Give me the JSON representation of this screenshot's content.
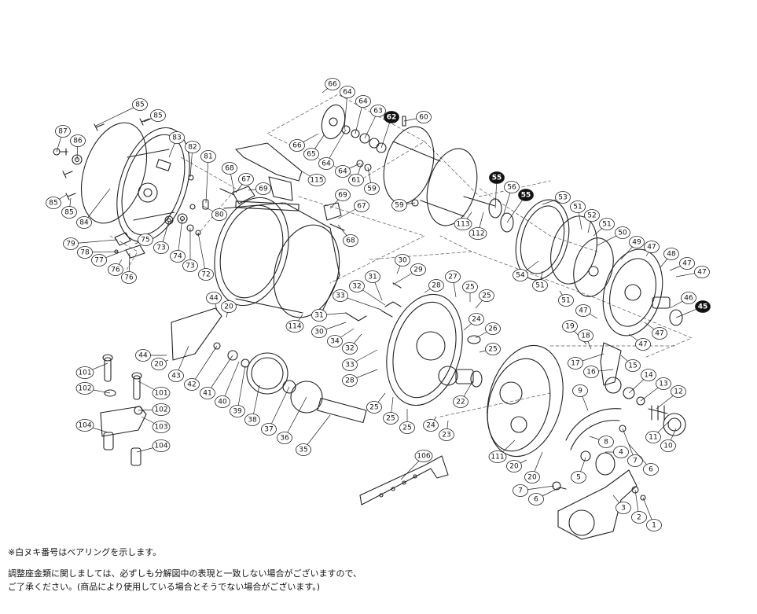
{
  "diagram": {
    "callouts": [
      {
        "id": "c001",
        "label": "85",
        "bearing": false
      },
      {
        "id": "c002",
        "label": "85",
        "bearing": false
      },
      {
        "id": "c003",
        "label": "87",
        "bearing": false
      },
      {
        "id": "c004",
        "label": "86",
        "bearing": false
      },
      {
        "id": "c005",
        "label": "85",
        "bearing": false
      },
      {
        "id": "c006",
        "label": "85",
        "bearing": false
      },
      {
        "id": "c007",
        "label": "84",
        "bearing": false
      },
      {
        "id": "c008",
        "label": "83",
        "bearing": false
      },
      {
        "id": "c009",
        "label": "82",
        "bearing": false
      },
      {
        "id": "c010",
        "label": "81",
        "bearing": false
      },
      {
        "id": "c011",
        "label": "80",
        "bearing": false
      },
      {
        "id": "c012",
        "label": "79",
        "bearing": false
      },
      {
        "id": "c013",
        "label": "78",
        "bearing": false
      },
      {
        "id": "c014",
        "label": "77",
        "bearing": false
      },
      {
        "id": "c015",
        "label": "76",
        "bearing": false
      },
      {
        "id": "c016",
        "label": "76",
        "bearing": false
      },
      {
        "id": "c017",
        "label": "75",
        "bearing": false
      },
      {
        "id": "c018",
        "label": "73",
        "bearing": false
      },
      {
        "id": "c019",
        "label": "74",
        "bearing": false
      },
      {
        "id": "c020",
        "label": "73",
        "bearing": false
      },
      {
        "id": "c021",
        "label": "72",
        "bearing": false
      },
      {
        "id": "c022",
        "label": "68",
        "bearing": false
      },
      {
        "id": "c023",
        "label": "67",
        "bearing": false
      },
      {
        "id": "c024",
        "label": "69",
        "bearing": false
      },
      {
        "id": "c025",
        "label": "115",
        "bearing": false
      },
      {
        "id": "c026",
        "label": "69",
        "bearing": false
      },
      {
        "id": "c027",
        "label": "67",
        "bearing": false
      },
      {
        "id": "c028",
        "label": "68",
        "bearing": false
      },
      {
        "id": "c029",
        "label": "114",
        "bearing": false
      },
      {
        "id": "c030",
        "label": "66",
        "bearing": false
      },
      {
        "id": "c031",
        "label": "64",
        "bearing": false
      },
      {
        "id": "c032",
        "label": "64",
        "bearing": false
      },
      {
        "id": "c033",
        "label": "63",
        "bearing": false
      },
      {
        "id": "c034",
        "label": "62",
        "bearing": true
      },
      {
        "id": "c035",
        "label": "60",
        "bearing": false
      },
      {
        "id": "c036",
        "label": "66",
        "bearing": false
      },
      {
        "id": "c037",
        "label": "65",
        "bearing": false
      },
      {
        "id": "c038",
        "label": "64",
        "bearing": false
      },
      {
        "id": "c039",
        "label": "64",
        "bearing": false
      },
      {
        "id": "c040",
        "label": "61",
        "bearing": false
      },
      {
        "id": "c041",
        "label": "59",
        "bearing": false
      },
      {
        "id": "c042",
        "label": "59",
        "bearing": false
      },
      {
        "id": "c043",
        "label": "55",
        "bearing": true
      },
      {
        "id": "c044",
        "label": "56",
        "bearing": false
      },
      {
        "id": "c045",
        "label": "55",
        "bearing": true
      },
      {
        "id": "c046",
        "label": "113",
        "bearing": false
      },
      {
        "id": "c047",
        "label": "112",
        "bearing": false
      },
      {
        "id": "c048",
        "label": "53",
        "bearing": false
      },
      {
        "id": "c049",
        "label": "51",
        "bearing": false
      },
      {
        "id": "c050",
        "label": "52",
        "bearing": false
      },
      {
        "id": "c051",
        "label": "51",
        "bearing": false
      },
      {
        "id": "c052",
        "label": "50",
        "bearing": false
      },
      {
        "id": "c053",
        "label": "49",
        "bearing": false
      },
      {
        "id": "c054",
        "label": "47",
        "bearing": false
      },
      {
        "id": "c055",
        "label": "48",
        "bearing": false
      },
      {
        "id": "c056",
        "label": "47",
        "bearing": false
      },
      {
        "id": "c057",
        "label": "47",
        "bearing": false
      },
      {
        "id": "c058",
        "label": "46",
        "bearing": false
      },
      {
        "id": "c059",
        "label": "45",
        "bearing": true
      },
      {
        "id": "c060",
        "label": "54",
        "bearing": false
      },
      {
        "id": "c061",
        "label": "51",
        "bearing": false
      },
      {
        "id": "c062",
        "label": "51",
        "bearing": false
      },
      {
        "id": "c063",
        "label": "47",
        "bearing": false
      },
      {
        "id": "c064",
        "label": "47",
        "bearing": false
      },
      {
        "id": "c065",
        "label": "47",
        "bearing": false
      },
      {
        "id": "c066",
        "label": "30",
        "bearing": false
      },
      {
        "id": "c067",
        "label": "29",
        "bearing": false
      },
      {
        "id": "c068",
        "label": "32",
        "bearing": false
      },
      {
        "id": "c069",
        "label": "31",
        "bearing": false
      },
      {
        "id": "c070",
        "label": "28",
        "bearing": false
      },
      {
        "id": "c071",
        "label": "27",
        "bearing": false
      },
      {
        "id": "c072",
        "label": "25",
        "bearing": false
      },
      {
        "id": "c073",
        "label": "25",
        "bearing": false
      },
      {
        "id": "c074",
        "label": "33",
        "bearing": false
      },
      {
        "id": "c075",
        "label": "24",
        "bearing": false
      },
      {
        "id": "c076",
        "label": "26",
        "bearing": false
      },
      {
        "id": "c077",
        "label": "31",
        "bearing": false
      },
      {
        "id": "c078",
        "label": "30",
        "bearing": false
      },
      {
        "id": "c079",
        "label": "34",
        "bearing": false
      },
      {
        "id": "c080",
        "label": "32",
        "bearing": false
      },
      {
        "id": "c081",
        "label": "25",
        "bearing": false
      },
      {
        "id": "c082",
        "label": "33",
        "bearing": false
      },
      {
        "id": "c083",
        "label": "28",
        "bearing": false
      },
      {
        "id": "c084",
        "label": "25",
        "bearing": false
      },
      {
        "id": "c085",
        "label": "22",
        "bearing": false
      },
      {
        "id": "c086",
        "label": "25",
        "bearing": false
      },
      {
        "id": "c087",
        "label": "25",
        "bearing": false
      },
      {
        "id": "c088",
        "label": "24",
        "bearing": false
      },
      {
        "id": "c089",
        "label": "23",
        "bearing": false
      },
      {
        "id": "c090",
        "label": "44",
        "bearing": false
      },
      {
        "id": "c091",
        "label": "20",
        "bearing": false
      },
      {
        "id": "c092",
        "label": "44",
        "bearing": false
      },
      {
        "id": "c093",
        "label": "20",
        "bearing": false
      },
      {
        "id": "c094",
        "label": "43",
        "bearing": false
      },
      {
        "id": "c095",
        "label": "42",
        "bearing": false
      },
      {
        "id": "c096",
        "label": "41",
        "bearing": false
      },
      {
        "id": "c097",
        "label": "40",
        "bearing": false
      },
      {
        "id": "c098",
        "label": "39",
        "bearing": false
      },
      {
        "id": "c099",
        "label": "38",
        "bearing": false
      },
      {
        "id": "c100",
        "label": "37",
        "bearing": false
      },
      {
        "id": "c101",
        "label": "36",
        "bearing": false
      },
      {
        "id": "c102",
        "label": "35",
        "bearing": false
      },
      {
        "id": "c103",
        "label": "101",
        "bearing": false
      },
      {
        "id": "c104",
        "label": "102",
        "bearing": false
      },
      {
        "id": "c105",
        "label": "101",
        "bearing": false
      },
      {
        "id": "c106",
        "label": "102",
        "bearing": false
      },
      {
        "id": "c107",
        "label": "104",
        "bearing": false
      },
      {
        "id": "c108",
        "label": "103",
        "bearing": false
      },
      {
        "id": "c109",
        "label": "104",
        "bearing": false
      },
      {
        "id": "c110",
        "label": "106",
        "bearing": false
      },
      {
        "id": "c111",
        "label": "19",
        "bearing": false
      },
      {
        "id": "c112",
        "label": "18",
        "bearing": false
      },
      {
        "id": "c113",
        "label": "17",
        "bearing": false
      },
      {
        "id": "c114",
        "label": "16",
        "bearing": false
      },
      {
        "id": "c115",
        "label": "15",
        "bearing": false
      },
      {
        "id": "c116",
        "label": "14",
        "bearing": false
      },
      {
        "id": "c117",
        "label": "13",
        "bearing": false
      },
      {
        "id": "c118",
        "label": "12",
        "bearing": false
      },
      {
        "id": "c119",
        "label": "11",
        "bearing": false
      },
      {
        "id": "c120",
        "label": "10",
        "bearing": false
      },
      {
        "id": "c121",
        "label": "9",
        "bearing": false
      },
      {
        "id": "c122",
        "label": "8",
        "bearing": false
      },
      {
        "id": "c123",
        "label": "4",
        "bearing": false
      },
      {
        "id": "c124",
        "label": "7",
        "bearing": false
      },
      {
        "id": "c125",
        "label": "6",
        "bearing": false
      },
      {
        "id": "c126",
        "label": "5",
        "bearing": false
      },
      {
        "id": "c127",
        "label": "111",
        "bearing": false
      },
      {
        "id": "c128",
        "label": "20",
        "bearing": false
      },
      {
        "id": "c129",
        "label": "20",
        "bearing": false
      },
      {
        "id": "c130",
        "label": "7",
        "bearing": false
      },
      {
        "id": "c131",
        "label": "6",
        "bearing": false
      },
      {
        "id": "c132",
        "label": "3",
        "bearing": false
      },
      {
        "id": "c133",
        "label": "2",
        "bearing": false
      },
      {
        "id": "c134",
        "label": "1",
        "bearing": false
      }
    ],
    "colors": {
      "line": "#222222",
      "bubble_fill": "#ffffff",
      "bearing_fill": "#111111",
      "bearing_text": "#ffffff",
      "dashed": "#555555"
    }
  },
  "notes": {
    "bearing_note": "※白ヌキ番号はベアリングを示します。",
    "line1": "調整座金類に関しましては、必ずしも分解図中の表現と一致しない場合がございますので、",
    "line2": "ご了承ください。(商品により使用している場合とそうでない場合がございます。)"
  }
}
